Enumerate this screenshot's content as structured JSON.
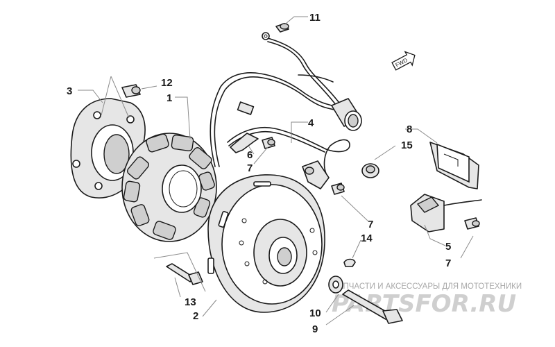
{
  "diagram": {
    "fwd_label": "FWD",
    "watermark_line1": "ЗАПЧАСТИ И АКСЕССУАРЫ ДЛЯ МОТОТЕХНИКИ",
    "watermark_line2": "PARTSFOR.RU",
    "callouts": [
      {
        "id": "c11",
        "label": "11"
      },
      {
        "id": "c12",
        "label": "12"
      },
      {
        "id": "c3",
        "label": "3"
      },
      {
        "id": "c1",
        "label": "1"
      },
      {
        "id": "c4",
        "label": "4"
      },
      {
        "id": "c6",
        "label": "6"
      },
      {
        "id": "c7a",
        "label": "7"
      },
      {
        "id": "c8",
        "label": "8"
      },
      {
        "id": "c15",
        "label": "15"
      },
      {
        "id": "c7b",
        "label": "7"
      },
      {
        "id": "c14",
        "label": "14"
      },
      {
        "id": "c5",
        "label": "5"
      },
      {
        "id": "c7c",
        "label": "7"
      },
      {
        "id": "c13",
        "label": "13"
      },
      {
        "id": "c2",
        "label": "2"
      },
      {
        "id": "c10",
        "label": "10"
      },
      {
        "id": "c9",
        "label": "9"
      }
    ]
  }
}
